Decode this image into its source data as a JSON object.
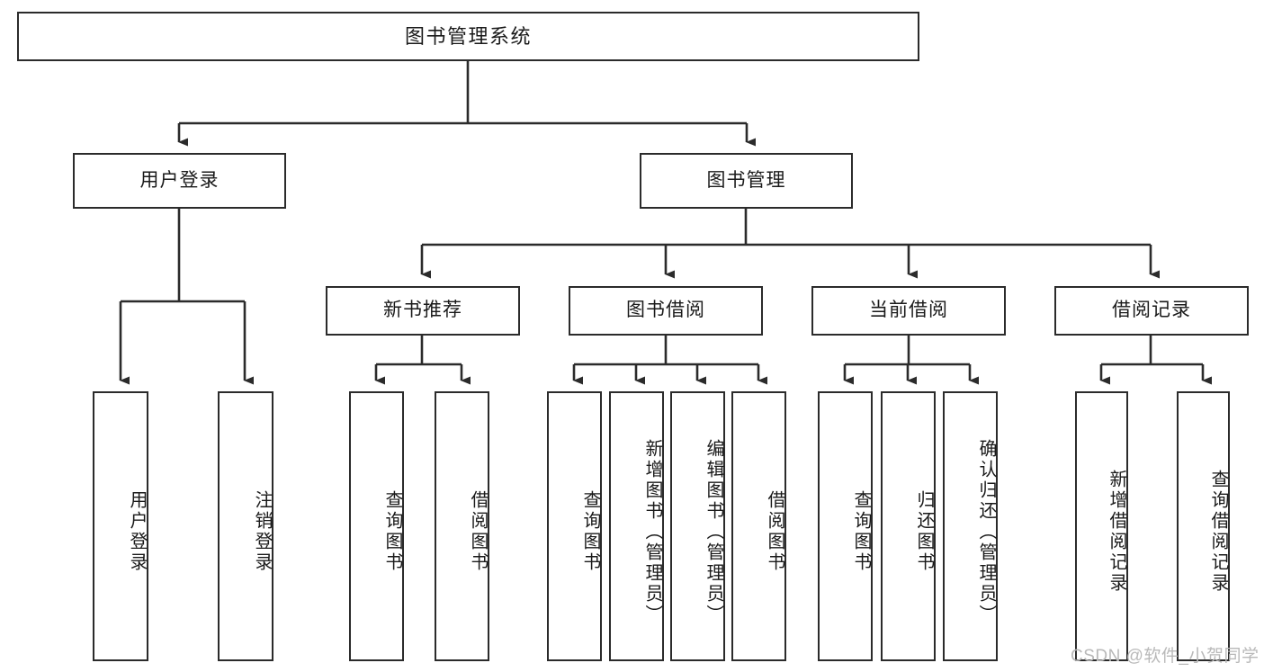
{
  "diagram": {
    "type": "tree-hierarchy-chart",
    "title": "图书管理系统",
    "root": {
      "label": "图书管理系统"
    },
    "level2": [
      {
        "label": "用户登录"
      },
      {
        "label": "图书管理"
      }
    ],
    "level3": [
      {
        "label": "新书推荐"
      },
      {
        "label": "图书借阅"
      },
      {
        "label": "当前借阅"
      },
      {
        "label": "借阅记录"
      }
    ],
    "leaves": {
      "user_login": [
        {
          "label": "用户登录"
        },
        {
          "label": "注销登录"
        }
      ],
      "new_book_recommend": [
        {
          "label": "查询图书"
        },
        {
          "label": "借阅图书"
        }
      ],
      "book_borrow": [
        {
          "label": "查询图书"
        },
        {
          "label": "新增图书（管理员）"
        },
        {
          "label": "编辑图书（管理员）"
        },
        {
          "label": "借阅图书"
        }
      ],
      "current_borrow": [
        {
          "label": "查询图书"
        },
        {
          "label": "归还图书"
        },
        {
          "label": "确认归还（管理员）"
        }
      ],
      "borrow_record": [
        {
          "label": "新增借阅记录"
        },
        {
          "label": "查询借阅记录"
        }
      ]
    }
  },
  "watermark": {
    "text": "CSDN @软件_小贺同学"
  },
  "colors": {
    "stroke": "#2b2b2b",
    "background": "#ffffff",
    "watermark": "#b9b9b9"
  }
}
